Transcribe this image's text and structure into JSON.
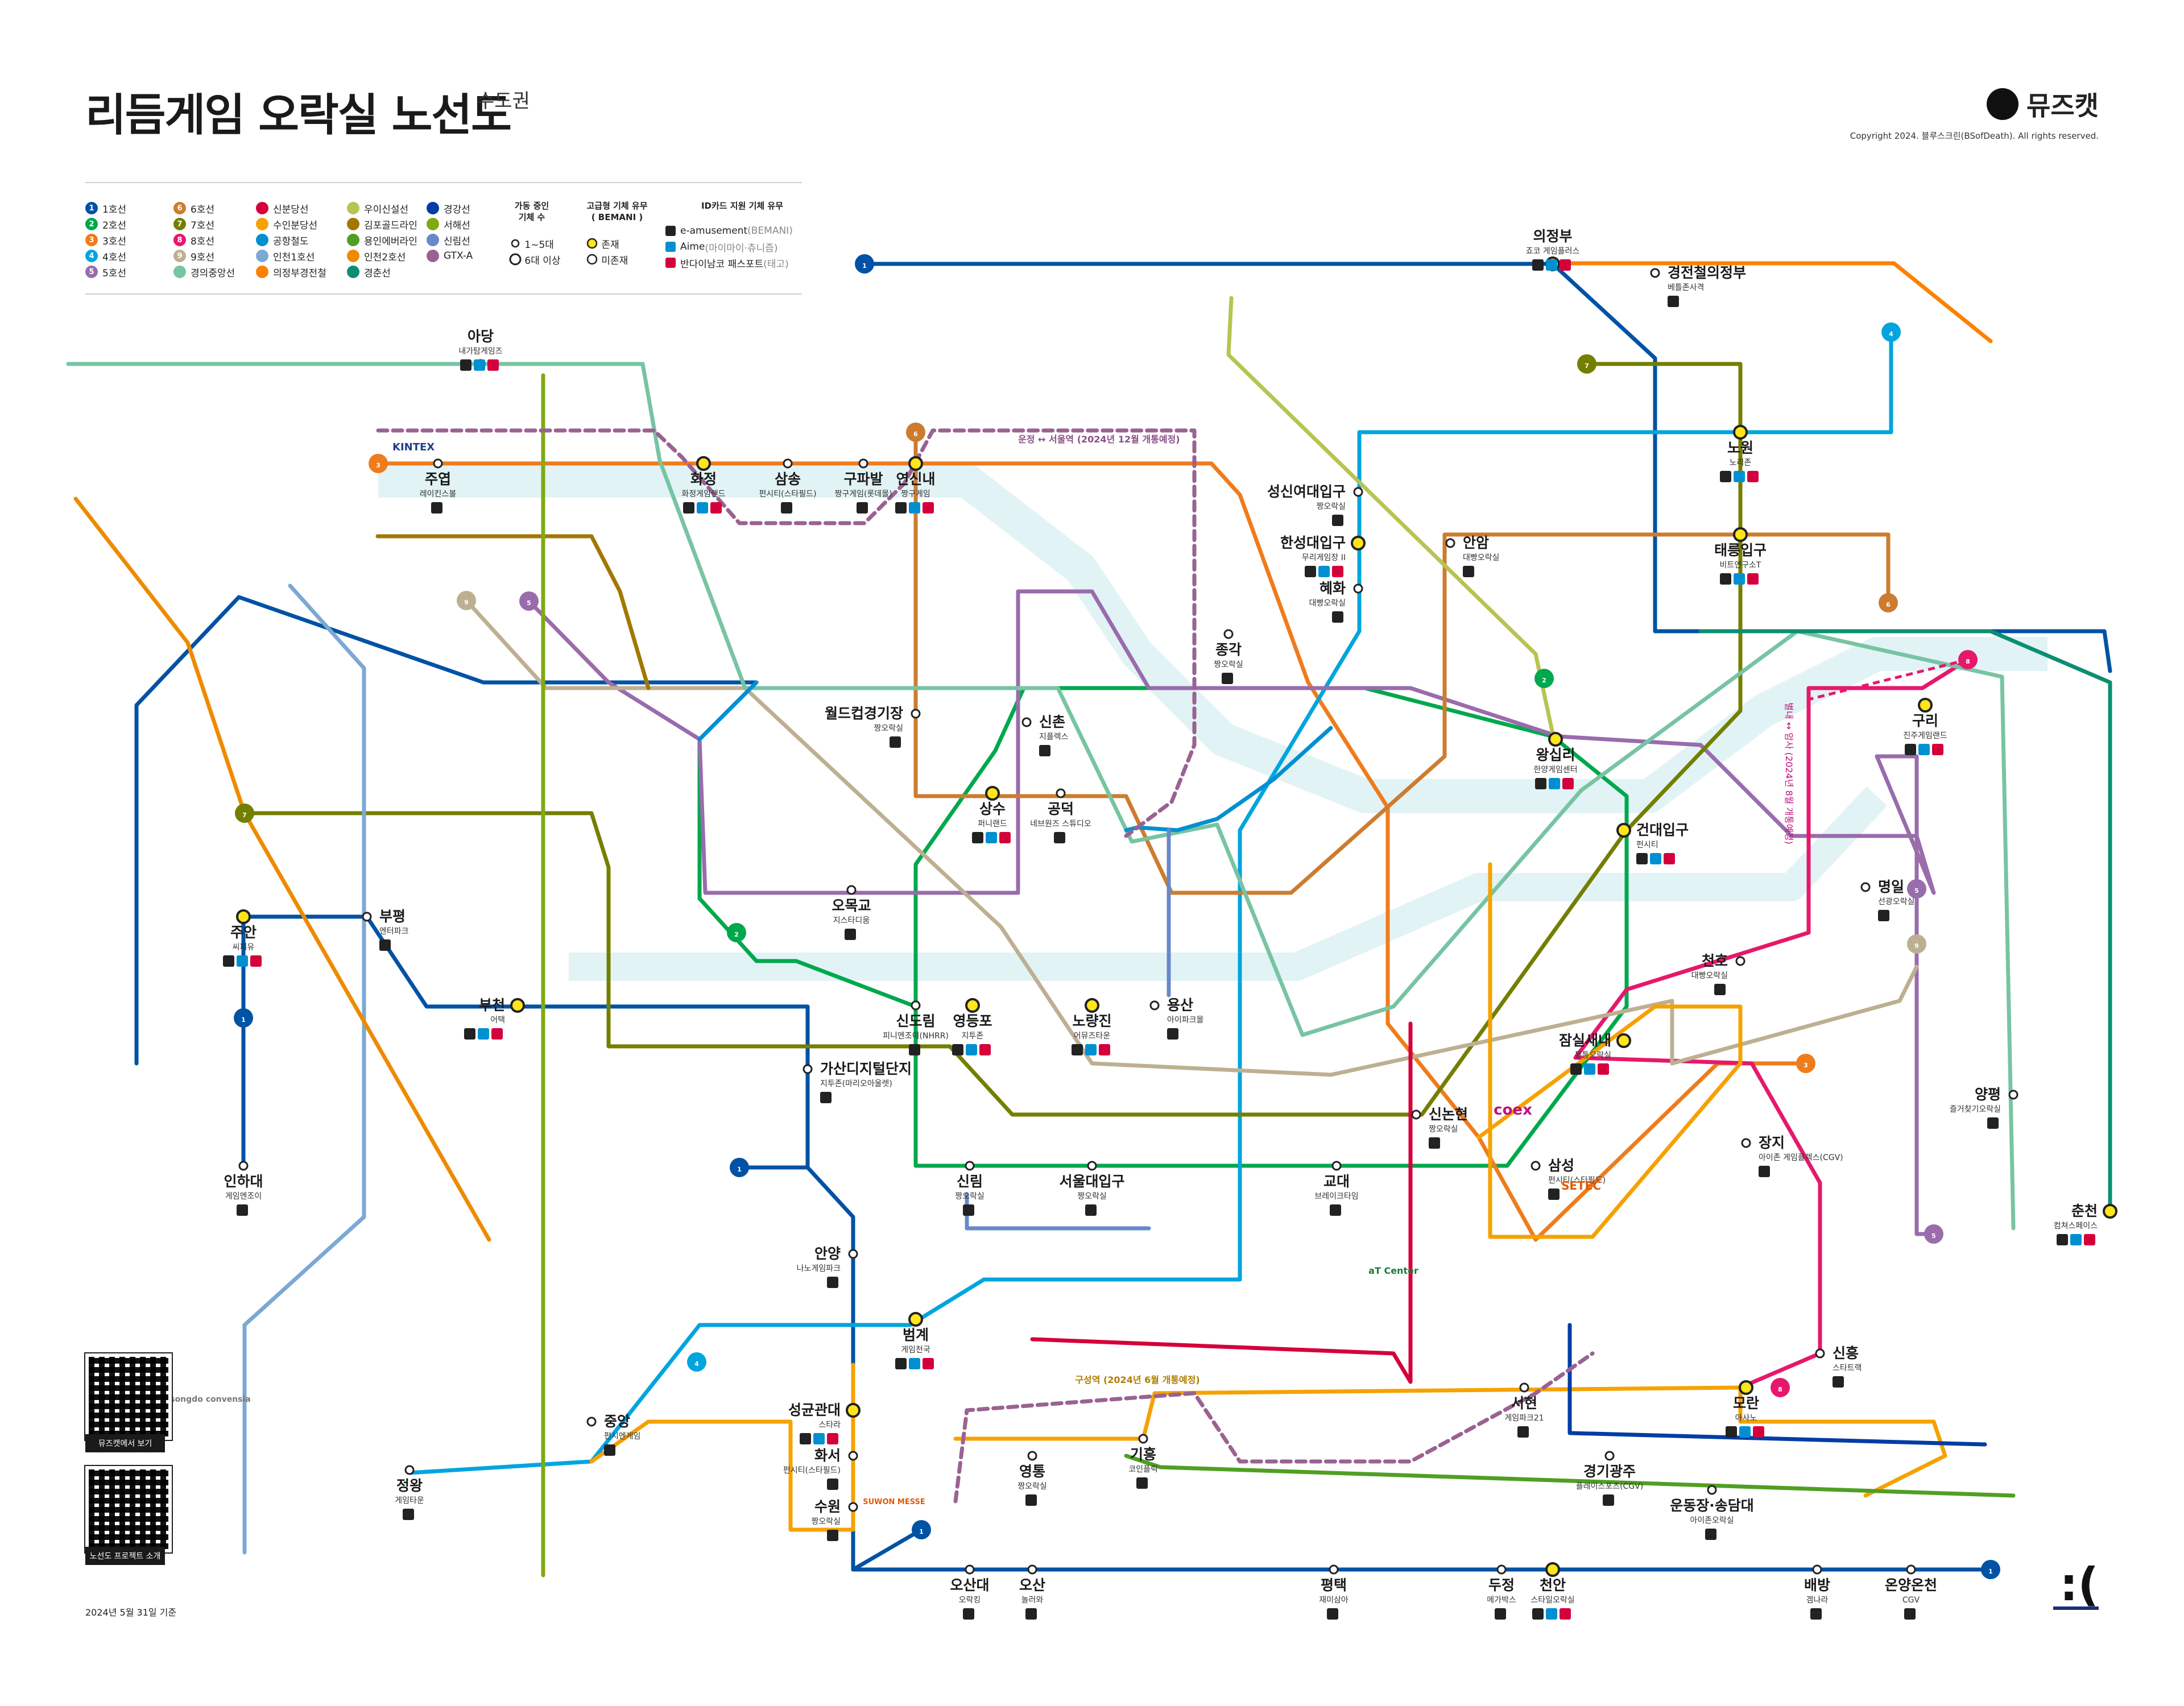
{
  "header": {
    "title": "리듬게임 오락실 노선도",
    "subtitle": "수도권",
    "brand": "뮤즈캣",
    "copyright": "Copyright 2024. 블루스크린(BSofDeath). All rights reserved."
  },
  "legend": {
    "lines": [
      {
        "num": "1",
        "label": "1호선",
        "color": "#0052a4"
      },
      {
        "num": "2",
        "label": "2호선",
        "color": "#00a84d"
      },
      {
        "num": "3",
        "label": "3호선",
        "color": "#ef7c1c"
      },
      {
        "num": "4",
        "label": "4호선",
        "color": "#00a5de"
      },
      {
        "num": "5",
        "label": "5호선",
        "color": "#996cac"
      },
      {
        "num": "6",
        "label": "6호선",
        "color": "#cd7c2f"
      },
      {
        "num": "7",
        "label": "7호선",
        "color": "#747f00"
      },
      {
        "num": "8",
        "label": "8호선",
        "color": "#e6186c"
      },
      {
        "num": "9",
        "label": "9호선",
        "color": "#bdb092"
      },
      {
        "num": "",
        "label": "경의중앙선",
        "color": "#77c4a3"
      },
      {
        "num": "",
        "label": "신분당선",
        "color": "#d4003b"
      },
      {
        "num": "",
        "label": "수인분당선",
        "color": "#f5a200"
      },
      {
        "num": "",
        "label": "공항철도",
        "color": "#0090d2"
      },
      {
        "num": "",
        "label": "인천1호선",
        "color": "#7ca8d5"
      },
      {
        "num": "",
        "label": "의정부경전철",
        "color": "#fd8100"
      },
      {
        "num": "",
        "label": "우이신설선",
        "color": "#b7c452"
      },
      {
        "num": "",
        "label": "김포골드라인",
        "color": "#a17800"
      },
      {
        "num": "",
        "label": "용인에버라인",
        "color": "#509f22"
      },
      {
        "num": "",
        "label": "인천2호선",
        "color": "#ed8b00"
      },
      {
        "num": "",
        "label": "경춘선",
        "color": "#0c8e72"
      },
      {
        "num": "",
        "label": "경강선",
        "color": "#003da5"
      },
      {
        "num": "",
        "label": "서해선",
        "color": "#81a914"
      },
      {
        "num": "",
        "label": "신림선",
        "color": "#6789ca"
      },
      {
        "num": "",
        "label": "GTX-A",
        "color": "#9a6292"
      }
    ],
    "machines_header": "가동 중인\n기체 수",
    "machines": [
      "1~5대",
      "6대 이상"
    ],
    "premium_header": "고급형 기체 유무\n( BEMANI )",
    "premium": [
      "존재",
      "미존재"
    ],
    "id_header": "ID카드 지원 기체 유무",
    "id_cards": [
      {
        "label": "e-amusement",
        "note": "(BEMANI)",
        "color": "#222"
      },
      {
        "label": "Aime",
        "note": "(마이마이·츄니즘)",
        "color": "#0090d2"
      },
      {
        "label": "반다이남코 패스포트",
        "note": "(태고)",
        "color": "#d4003b"
      }
    ]
  },
  "stations": [
    {
      "name": "의정부",
      "sub": "죠코 게임플러스"
    },
    {
      "name": "경전철의정부",
      "sub": "베틀존사격"
    },
    {
      "name": "아당",
      "sub": "내가탐게임즈"
    },
    {
      "name": "주엽",
      "sub": "레이킨스볼"
    },
    {
      "name": "화정",
      "sub": "화정게임랜드"
    },
    {
      "name": "삼송",
      "sub": "펀시티(스타필드)"
    },
    {
      "name": "구파발",
      "sub": "짱구게임(롯데몰)"
    },
    {
      "name": "연신내",
      "sub": "짱구게임"
    },
    {
      "name": "성신여대입구",
      "sub": "짱오락실"
    },
    {
      "name": "한성대입구",
      "sub": "무리게임장 II"
    },
    {
      "name": "혜화",
      "sub": "대빵오락실"
    },
    {
      "name": "노원",
      "sub": "노리존"
    },
    {
      "name": "태릉입구",
      "sub": "비트연구소T"
    },
    {
      "name": "안암",
      "sub": "대빵오락실"
    },
    {
      "name": "종각",
      "sub": "짱오락실"
    },
    {
      "name": "월드컵경기장",
      "sub": "짱오락실"
    },
    {
      "name": "신촌",
      "sub": "지플렉스"
    },
    {
      "name": "상수",
      "sub": "퍼니랜드"
    },
    {
      "name": "공덕",
      "sub": "네브원즈 스튜디오"
    },
    {
      "name": "왕십리",
      "sub": "한양게임센터"
    },
    {
      "name": "구리",
      "sub": "진주게임랜드"
    },
    {
      "name": "건대입구",
      "sub": "펀시티"
    },
    {
      "name": "명일",
      "sub": "선광오락실"
    },
    {
      "name": "천호",
      "sub": "대빵오락실"
    },
    {
      "name": "주안",
      "sub": "씨피유"
    },
    {
      "name": "부평",
      "sub": "엔터파크"
    },
    {
      "name": "오목교",
      "sub": "지스타디움"
    },
    {
      "name": "부천",
      "sub": "어택"
    },
    {
      "name": "신도림",
      "sub": "피니엔조이(NHRR)"
    },
    {
      "name": "영등포",
      "sub": "지투존"
    },
    {
      "name": "노량진",
      "sub": "어뮤즈타운"
    },
    {
      "name": "용산",
      "sub": "아이파크몰"
    },
    {
      "name": "잠실새내",
      "sub": "통통오락실"
    },
    {
      "name": "가산디지털단지",
      "sub": "지투존(마리오아울렛)"
    },
    {
      "name": "인하대",
      "sub": "게임엔조이"
    },
    {
      "name": "신논현",
      "sub": "짱오락실"
    },
    {
      "name": "삼성",
      "sub": "펀시티(스타필드)"
    },
    {
      "name": "장지",
      "sub": "아이존 게임플렉스(CGV)"
    },
    {
      "name": "양평",
      "sub": "즐거찾기오락실"
    },
    {
      "name": "신림",
      "sub": "짱오락실"
    },
    {
      "name": "서울대입구",
      "sub": "짱오락실"
    },
    {
      "name": "교대",
      "sub": "브레이크타임"
    },
    {
      "name": "춘천",
      "sub": "컴쳐스페이스"
    },
    {
      "name": "안양",
      "sub": "나노게임파크"
    },
    {
      "name": "범계",
      "sub": "게임천국"
    },
    {
      "name": "신흥",
      "sub": "스타트랙"
    },
    {
      "name": "성균관대",
      "sub": "스타라"
    },
    {
      "name": "화서",
      "sub": "펀시티(스타필드)"
    },
    {
      "name": "모란",
      "sub": "아사노"
    },
    {
      "name": "서현",
      "sub": "게임파크21"
    },
    {
      "name": "중앙",
      "sub": "펀시엔게임"
    },
    {
      "name": "정왕",
      "sub": "게임타운"
    },
    {
      "name": "영통",
      "sub": "짱오락실"
    },
    {
      "name": "기흥",
      "sub": "코인플릭"
    },
    {
      "name": "수원",
      "sub": "짱오락실"
    },
    {
      "name": "경기광주",
      "sub": "플레이스포츠(CGV)"
    },
    {
      "name": "운동장·송담대",
      "sub": "아이존오락실"
    },
    {
      "name": "오산대",
      "sub": "오락킹"
    },
    {
      "name": "오산",
      "sub": "놀러와"
    },
    {
      "name": "평택",
      "sub": "재미삼아"
    },
    {
      "name": "두정",
      "sub": "메가박스"
    },
    {
      "name": "천안",
      "sub": "스타일오락실"
    },
    {
      "name": "배방",
      "sub": "겜나라"
    },
    {
      "name": "온양온천",
      "sub": "CGV"
    }
  ],
  "notes": {
    "gtx_note": "운정 ↔ 서울역 (2024년 12월 개통예정)",
    "gtx_note2": "구성역 (2024년 6월 개통예정)",
    "line8_note": "별내 ↔ 암사 (2024년 8월 개통예정)",
    "kintex": "KINTEX",
    "coex": "coex",
    "setec": "SETEC",
    "bt": "aT Center",
    "suwon": "SUWON MESSE",
    "convensia": "songdo convensia"
  },
  "footer": {
    "qr1": "뮤즈캣에서 보기",
    "qr2": "노선도 프로젝트 소개",
    "date": "2024년 5월 31일 기준",
    "sad": ":("
  }
}
